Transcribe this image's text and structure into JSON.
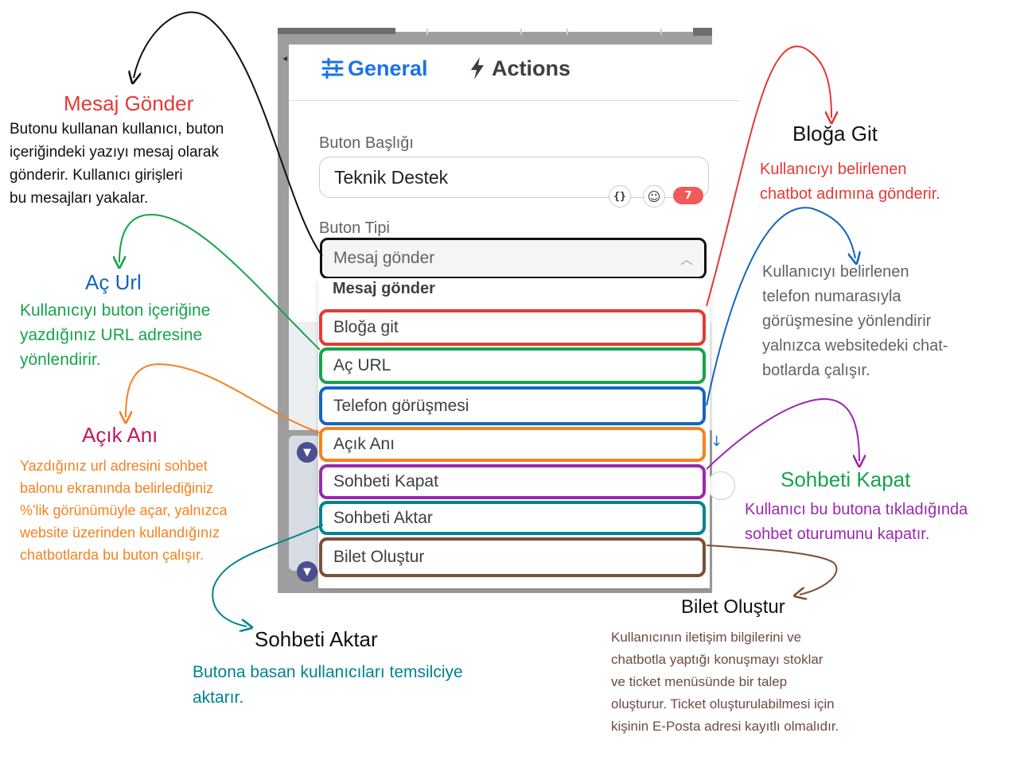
{
  "panel": {
    "tabs": [
      {
        "label": "General",
        "icon": "sliders-icon",
        "active": true,
        "color": "#1a73e8"
      },
      {
        "label": "Actions",
        "icon": "lightning-icon",
        "active": false
      }
    ],
    "title_field": {
      "label": "Buton Başlığı",
      "value": "Teknik Destek",
      "emoji_count": "7"
    },
    "type_field": {
      "label": "Buton Tipi",
      "selected": "Mesaj gönder",
      "options_header": "Mesaj gönder",
      "options": [
        {
          "label": "Bloğa git",
          "color": "#e53935"
        },
        {
          "label": "Aç URL",
          "color": "#16a34a"
        },
        {
          "label": "Telefon görüşmesi",
          "color": "#1565c0"
        },
        {
          "label": "Açık Anı",
          "color": "#f5821f"
        },
        {
          "label": "Sohbeti Kapat",
          "color": "#9c27b0"
        },
        {
          "label": "Sohbeti Aktar",
          "color": "#00838f"
        },
        {
          "label": "Bilet Oluştur",
          "color": "#7b4f3a"
        }
      ]
    }
  },
  "annotations": {
    "mesaj_gonder": {
      "title": "Mesaj Gönder",
      "lines": [
        "Butonu kullanan kullanıcı, buton",
        "içeriğindeki yazıyı mesaj olarak",
        "gönderir. Kullanıcı girişleri",
        "bu mesajları yakalar."
      ],
      "title_color": "#e53935",
      "body_color": "#111111"
    },
    "ac_url": {
      "title": "Aç Url",
      "lines": [
        "Kullanıcıyı buton içeriğine",
        "yazdığınız URL adresine",
        "yönlendirir."
      ],
      "title_color": "#1565c0",
      "body_color": "#16a34a"
    },
    "acik_ani": {
      "title": "Açık Anı",
      "lines": [
        "Yazdığınız url adresini sohbet",
        "balonu ekranında belirlediğiniz",
        "%'lik görünümüyle açar, yalnızca",
        "website üzerinden kullandığınız",
        "chatbotlarda bu buton çalışır."
      ],
      "title_color": "#c2185b",
      "body_color": "#f5821f"
    },
    "sohbeti_aktar": {
      "title": "Sohbeti Aktar",
      "lines": [
        "Butona basan kullanıcıları temsilciye",
        "aktarır."
      ],
      "title_color": "#111111",
      "body_color": "#00838f"
    },
    "bloga_git": {
      "title": "Bloğa Git",
      "lines": [
        "Kullanıcıyı belirlenen",
        "chatbot adımına gönderir."
      ],
      "title_color": "#111111",
      "body_color": "#e53935"
    },
    "telefon": {
      "lines": [
        "Kullanıcıyı belirlenen",
        "telefon numarasıyla",
        "görüşmesine yönlendirir",
        "yalnızca websitedeki chat-",
        "botlarda çalışır."
      ],
      "body_color": "#5f6368"
    },
    "sohbeti_kapat": {
      "title": "Sohbeti Kapat",
      "lines": [
        "Kullanıcı bu butona tıkladığında",
        "sohbet oturumunu kapatır."
      ],
      "title_color": "#16a34a",
      "body_color": "#9c27b0"
    },
    "bilet_olustur": {
      "title": "Bilet Oluştur",
      "lines": [
        "Kullanıcının iletişim bilgilerini ve",
        "chatbotla yaptığı konuşmayı stoklar",
        "ve ticket menüsünde bir talep",
        "oluşturur. Ticket oluşturulabilmesi için",
        "kişinin E-Posta adresi kayıtlı olmalıdır."
      ],
      "title_color": "#111111",
      "body_color": "#6d4c41"
    }
  }
}
